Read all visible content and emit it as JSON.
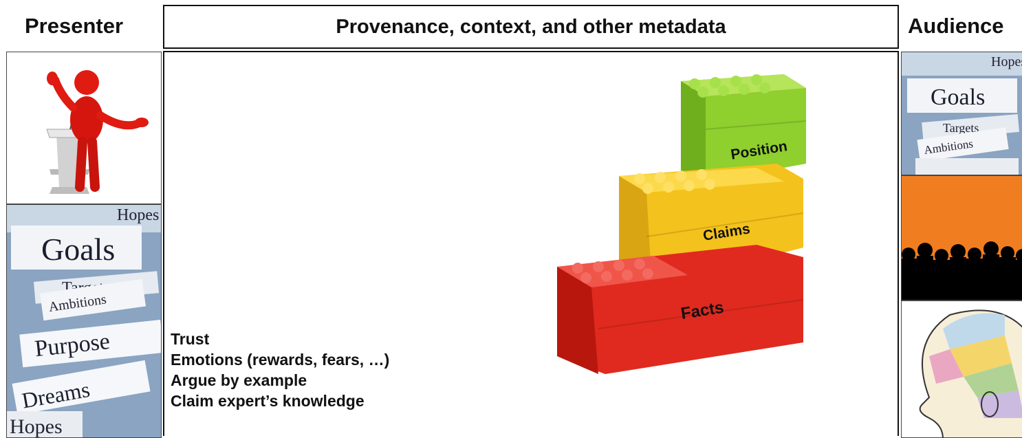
{
  "headers": {
    "presenter": "Presenter",
    "center": "Provenance, context, and other metadata",
    "audience": "Audience"
  },
  "blocks": {
    "top": "Position",
    "middle": "Claims",
    "bottom": "Facts"
  },
  "bullets": [
    "Trust",
    "Emotions (rewards, fears, …)",
    "Argue by example",
    "Claim expert’s knowledge"
  ],
  "collage": {
    "words": [
      "Hopes",
      "Goals",
      "Targets",
      "Ambitions",
      "Purpose",
      "Dreams",
      "Hopes"
    ]
  },
  "audience_collage": {
    "words": [
      "Hopes",
      "Goals",
      "Targets",
      "Ambitions"
    ]
  },
  "colors": {
    "red": "#e02a1f",
    "yellow": "#f4c21c",
    "green": "#8fcf2e",
    "orange": "#f07e21"
  }
}
